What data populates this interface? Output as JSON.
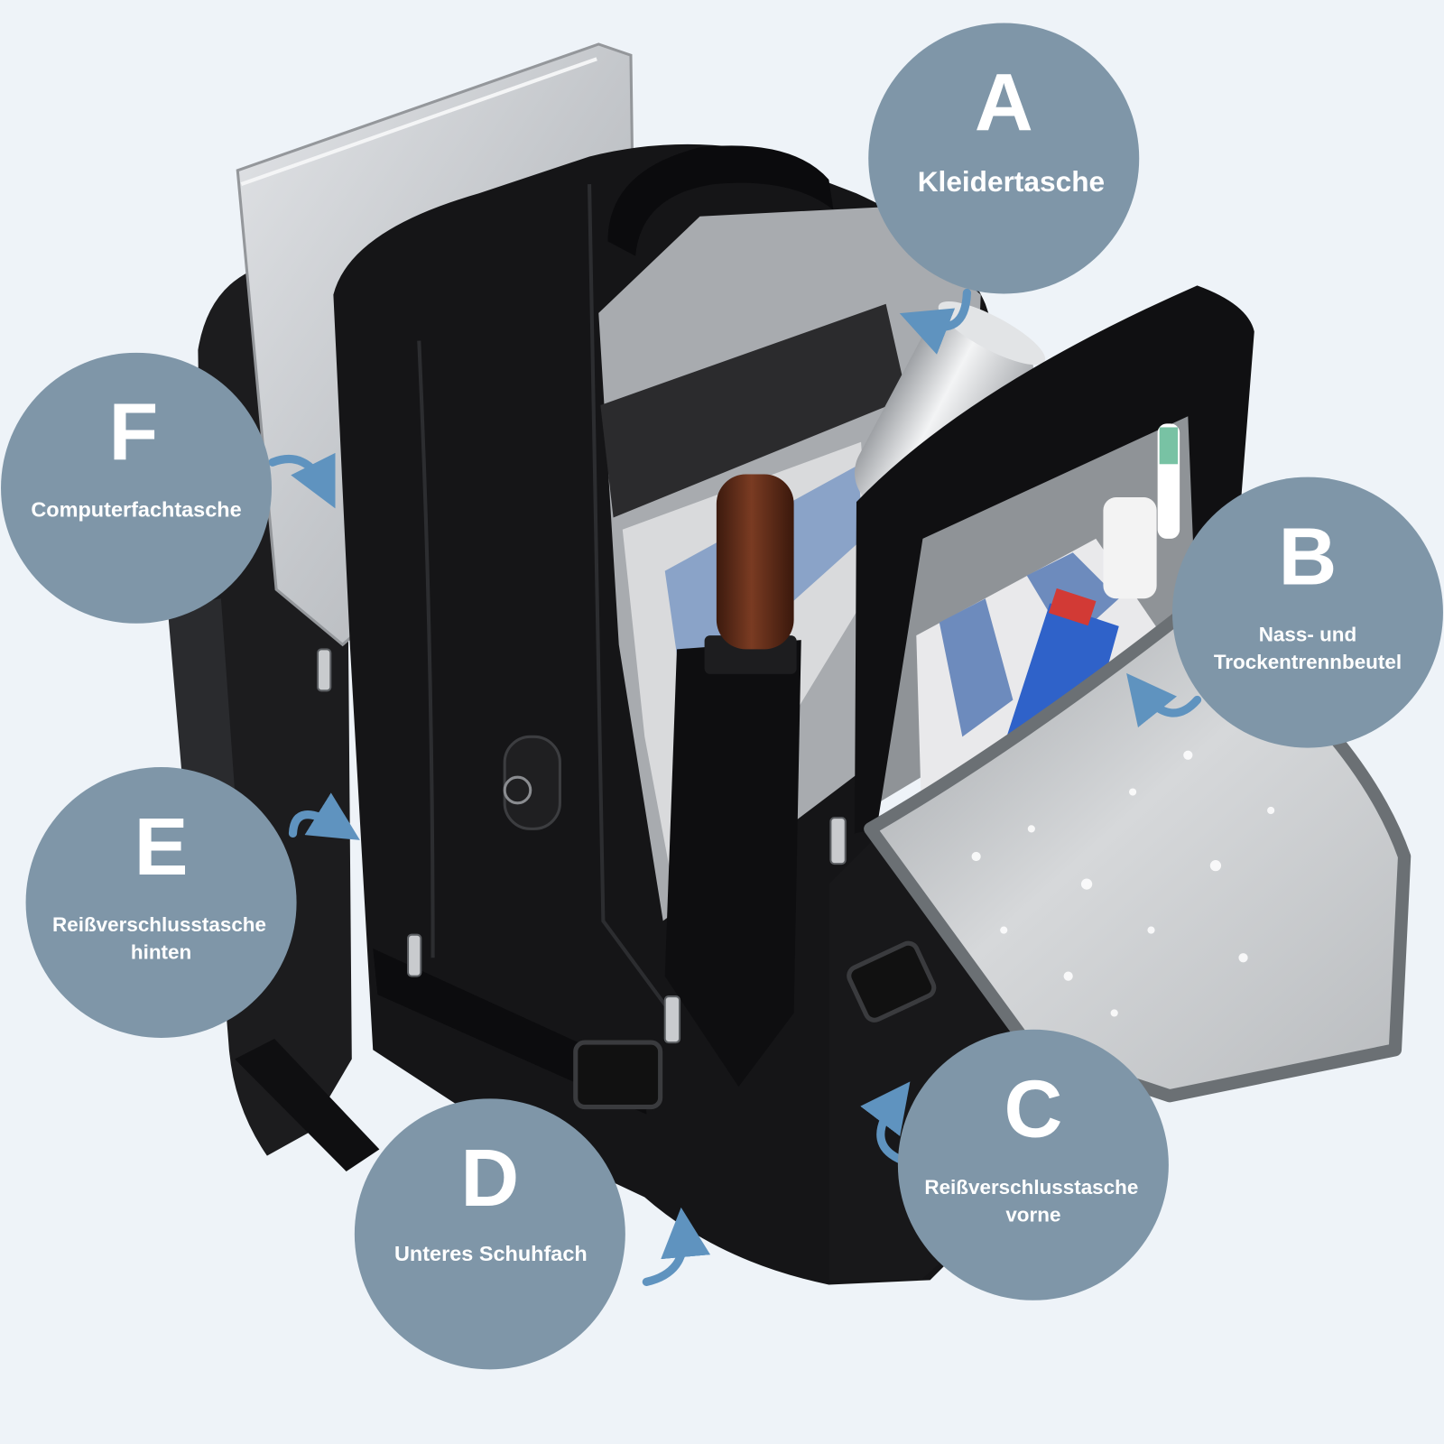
{
  "callouts": [
    {
      "letter": "A",
      "lines": [
        "Kleidertasche"
      ]
    },
    {
      "letter": "F",
      "lines": [
        "Computerfachtasche"
      ]
    },
    {
      "letter": "B",
      "lines": [
        "Nass- und",
        "Trockentrennbeutel"
      ]
    },
    {
      "letter": "E",
      "lines": [
        "Reißverschlusstasche",
        "hinten"
      ]
    },
    {
      "letter": "C",
      "lines": [
        "Reißverschlusstasche",
        "vorne"
      ]
    },
    {
      "letter": "D",
      "lines": [
        "Unteres Schuhfach"
      ]
    }
  ],
  "colors": {
    "background": "#eef3f8",
    "callout_fill": "#7f96a8",
    "callout_text": "#ffffff",
    "arrow": "#5f93bf",
    "bag": "#151517"
  }
}
